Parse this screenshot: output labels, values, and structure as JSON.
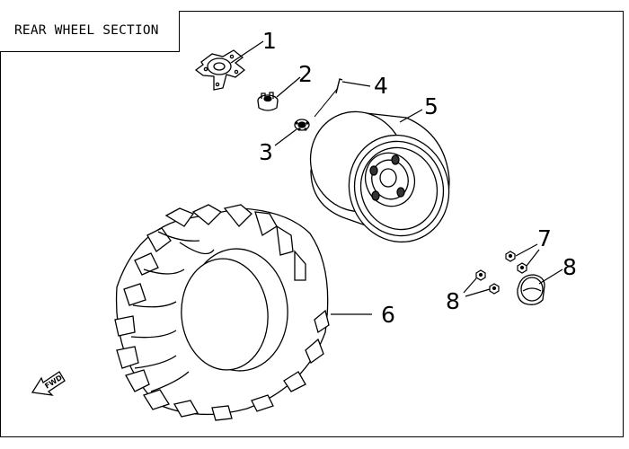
{
  "title": "REAR WHEEL SECTION",
  "fwd_label": "FWD",
  "callouts": {
    "c1": "1",
    "c2": "2",
    "c3": "3",
    "c4": "4",
    "c5": "5",
    "c6": "6",
    "c7": "7",
    "c8a": "8",
    "c8b": "8"
  },
  "parts": [
    {
      "ref": "1",
      "icon": "wheel-hub-icon"
    },
    {
      "ref": "2",
      "icon": "castle-nut-icon"
    },
    {
      "ref": "3",
      "icon": "washer-icon"
    },
    {
      "ref": "4",
      "icon": "cotter-pin-icon"
    },
    {
      "ref": "5",
      "icon": "rim-icon"
    },
    {
      "ref": "6",
      "icon": "tire-icon"
    },
    {
      "ref": "7",
      "icon": "lug-nut-icon"
    },
    {
      "ref": "8",
      "icon": "cap-nut-icon"
    }
  ]
}
